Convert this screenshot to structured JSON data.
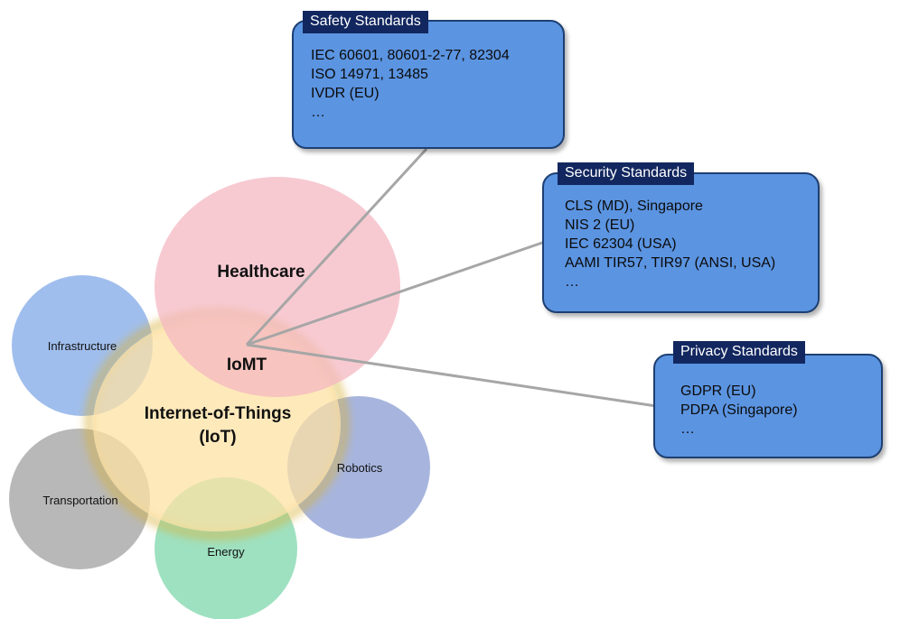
{
  "circles": {
    "healthcare": "Healthcare",
    "iomt": "IoMT",
    "iot_line1": "Internet-of-Things",
    "iot_line2": "(IoT)",
    "infrastructure": "Infrastructure",
    "transportation": "Transportation",
    "energy": "Energy",
    "robotics": "Robotics"
  },
  "colors": {
    "healthcare": "#f4b6c0",
    "iot": "#fde2a4",
    "iot_glow": "#d9b23a",
    "infrastructure": "#8fb3ea",
    "transportation": "#ababab",
    "energy": "#8ddcb6",
    "robotics": "#98a8d8",
    "box_fill": "#5b94e1",
    "box_title": "#12275f"
  },
  "standards": [
    {
      "title": "Safety Standards",
      "lines": [
        "IEC 60601, 80601-2-77, 82304",
        "ISO 14971, 13485",
        "IVDR (EU)",
        "…"
      ]
    },
    {
      "title": "Security Standards",
      "lines": [
        "CLS (MD), Singapore",
        "NIS 2 (EU)",
        "IEC 62304 (USA)",
        "AAMI TIR57, TIR97 (ANSI, USA)",
        "…"
      ]
    },
    {
      "title": "Privacy Standards",
      "lines": [
        "GDPR (EU)",
        "PDPA (Singapore)",
        "…"
      ]
    }
  ]
}
